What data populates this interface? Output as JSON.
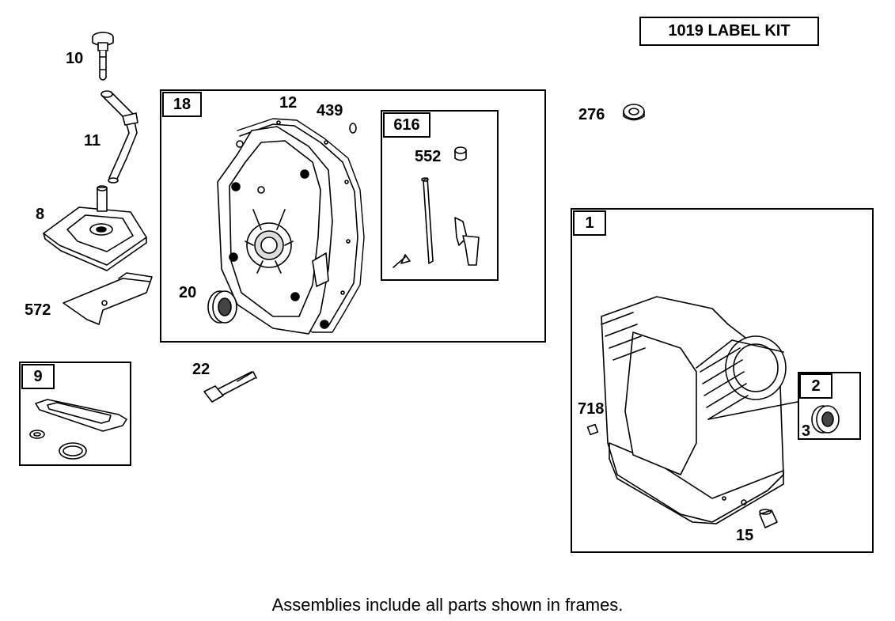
{
  "kit_label": "1019 LABEL KIT",
  "footnote": "Assemblies include all parts shown in frames.",
  "frames": {
    "f18": "18",
    "f616": "616",
    "f1": "1",
    "f2": "2",
    "f9": "9"
  },
  "parts": {
    "p10": "10",
    "p11": "11",
    "p8": "8",
    "p572": "572",
    "p12": "12",
    "p439": "439",
    "p552": "552",
    "p20": "20",
    "p22": "22",
    "p276": "276",
    "p718": "718",
    "p3": "3",
    "p15": "15"
  }
}
